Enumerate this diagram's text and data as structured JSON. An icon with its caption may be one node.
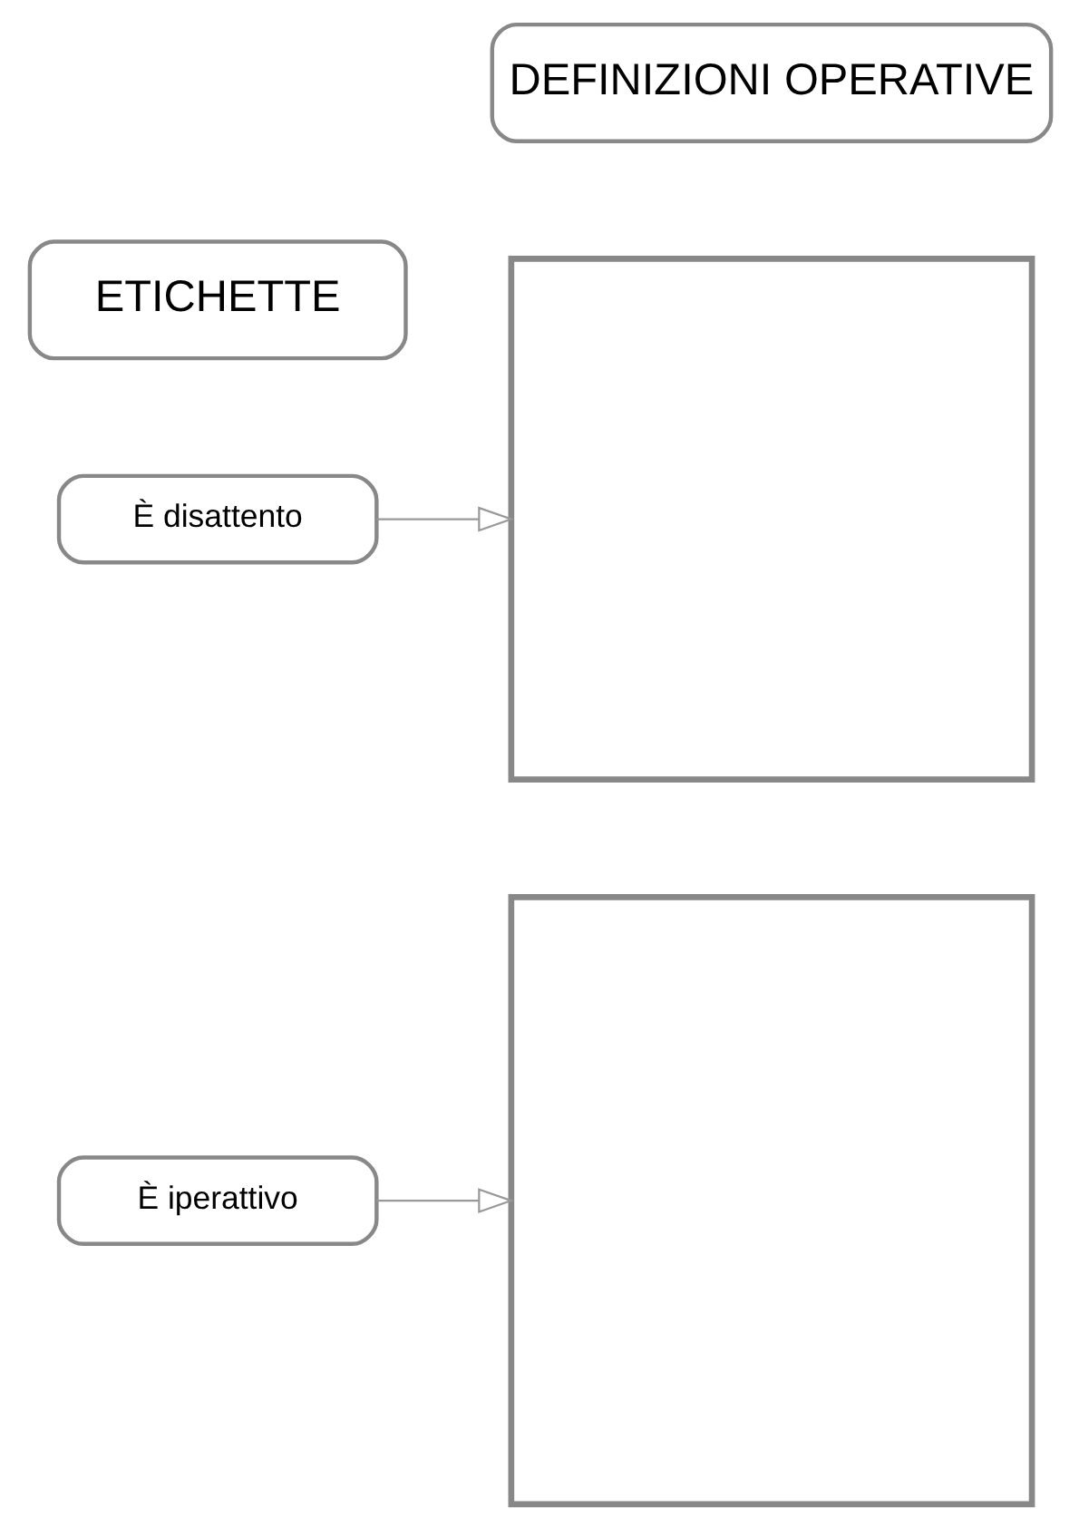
{
  "diagram": {
    "nodes": [
      {
        "text": [
          "ETICHETTE"
        ]
      },
      {
        "text": [
          "DEFINIZIONI OPERATIVE"
        ]
      },
      {
        "text": [
          "È disattento"
        ]
      },
      {
        "text": [],
        "shape": "box"
      },
      {
        "text": [
          "È iperattivo"
        ]
      },
      {
        "text": [],
        "shape": "box"
      }
    ],
    "edges": [
      {
        "from": 2,
        "to": 3,
        "arrow": "to"
      },
      {
        "from": 4,
        "to": 5,
        "arrow": "to"
      }
    ]
  }
}
